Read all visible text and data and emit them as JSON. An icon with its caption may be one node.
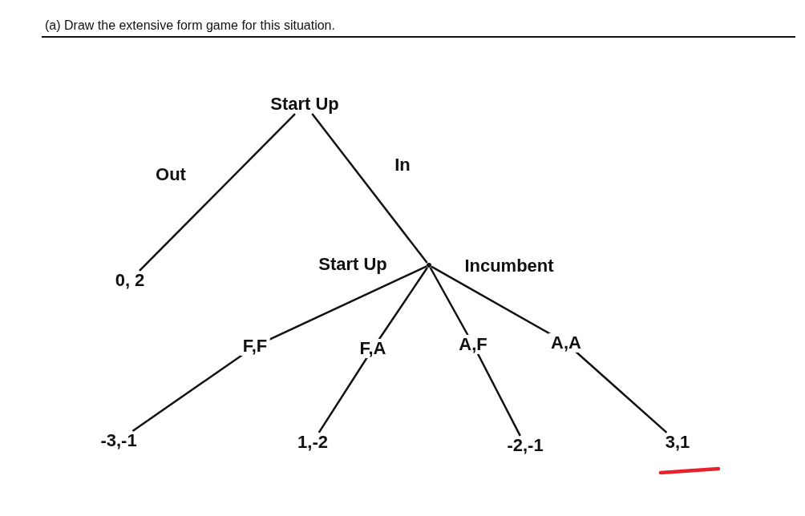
{
  "diagram": {
    "title": "(a) Draw the extensive form game for this situation.",
    "nodes": [
      {
        "text": [
          "Start Up"
        ]
      },
      {
        "text": [
          "0, 2"
        ]
      },
      {
        "text": [],
        "shape": "point",
        "beside": [
          "Start Up",
          "Incumbent"
        ]
      },
      {
        "text": [
          "-3,-1"
        ]
      },
      {
        "text": [
          "1,-2"
        ]
      },
      {
        "text": [
          "-2,-1"
        ]
      },
      {
        "text": [
          "3,1"
        ]
      }
    ],
    "edges": [
      {
        "from": 0,
        "to": 1,
        "arrow": "none",
        "label": "Out"
      },
      {
        "from": 0,
        "to": 2,
        "arrow": "none",
        "label": "In"
      },
      {
        "from": 2,
        "to": 3,
        "arrow": "none",
        "label": "F,F"
      },
      {
        "from": 2,
        "to": 4,
        "arrow": "none",
        "label": "F,A"
      },
      {
        "from": 2,
        "to": 5,
        "arrow": "none",
        "label": "A,F"
      },
      {
        "from": 2,
        "to": 6,
        "arrow": "none",
        "label": "A,A"
      }
    ]
  }
}
